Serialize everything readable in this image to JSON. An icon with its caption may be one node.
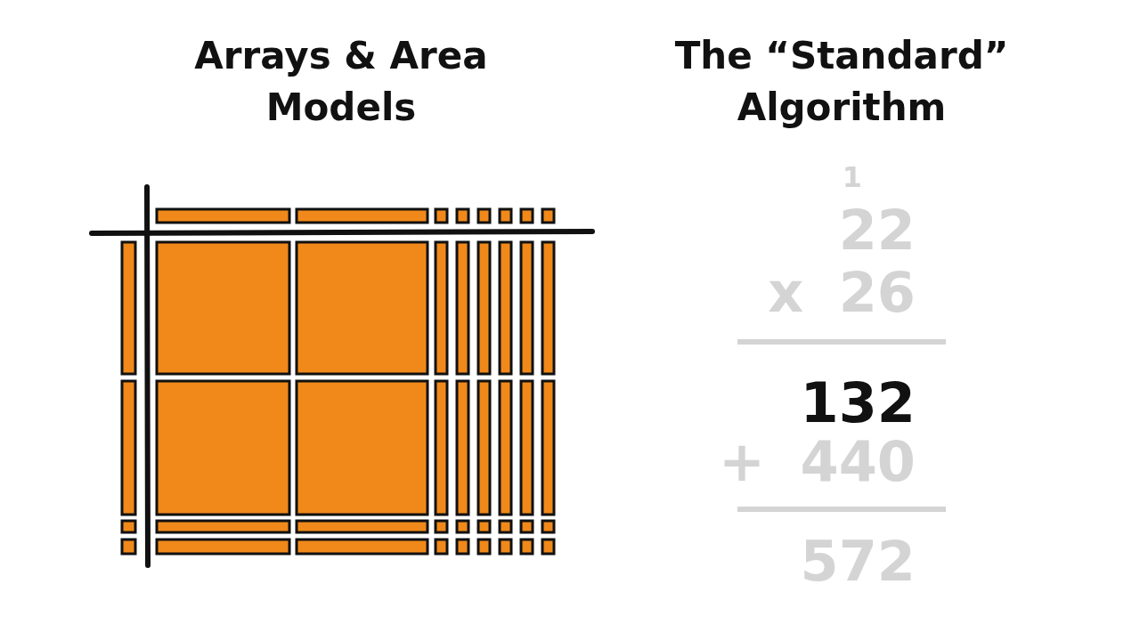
{
  "diagram": {
    "labels": [
      "Arrays & Area Models",
      "The “Standard” Algorithm",
      "1",
      "22",
      "x 26",
      "132",
      "+ 440",
      "572"
    ]
  }
}
